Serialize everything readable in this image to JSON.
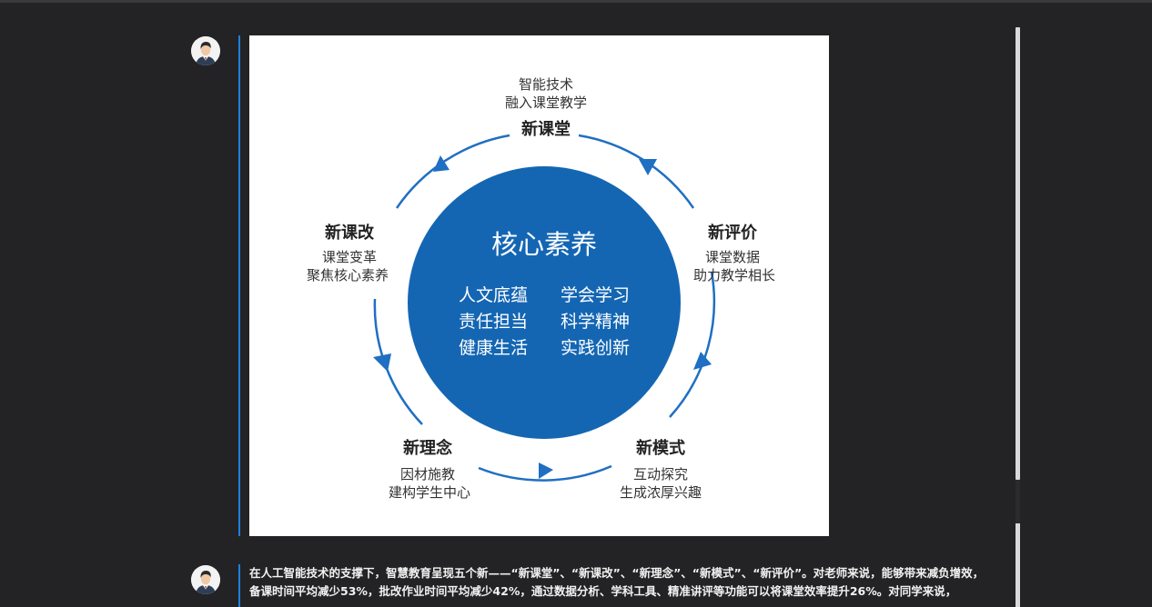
{
  "diagram": {
    "center_title": "核心素养",
    "center_items": [
      "人文底蕴",
      "学会学习",
      "责任担当",
      "科学精神",
      "健康生活",
      "实践创新"
    ],
    "nodes": [
      {
        "title": "新课堂",
        "desc": [
          "智能技术",
          "融入课堂教学"
        ]
      },
      {
        "title": "新评价",
        "desc": [
          "课堂数据",
          "助力教学相长"
        ]
      },
      {
        "title": "新模式",
        "desc": [
          "互动探究",
          "生成浓厚兴趣"
        ]
      },
      {
        "title": "新理念",
        "desc": [
          "因材施教",
          "建构学生中心"
        ]
      },
      {
        "title": "新课改",
        "desc": [
          "课堂变革",
          "聚焦核心素养"
        ]
      }
    ],
    "colors": {
      "circle": "#1466b3",
      "ring": "#1f6fc2",
      "text": "#333333"
    }
  },
  "message": {
    "lines": [
      "在人工智能技术的支撑下，智慧教育呈现五个新——“新课堂”、“新课改”、“新理念”、“新模式”、“新评价”。对老师来说，能够带来减负增效，",
      "备课时间平均减少53%，批改作业时间平均减少42%，通过数据分析、学科工具、精准讲评等功能可以将课堂效率提升26%。对同学来说，"
    ]
  },
  "icons": {
    "avatar": "avatar-man-icon"
  }
}
